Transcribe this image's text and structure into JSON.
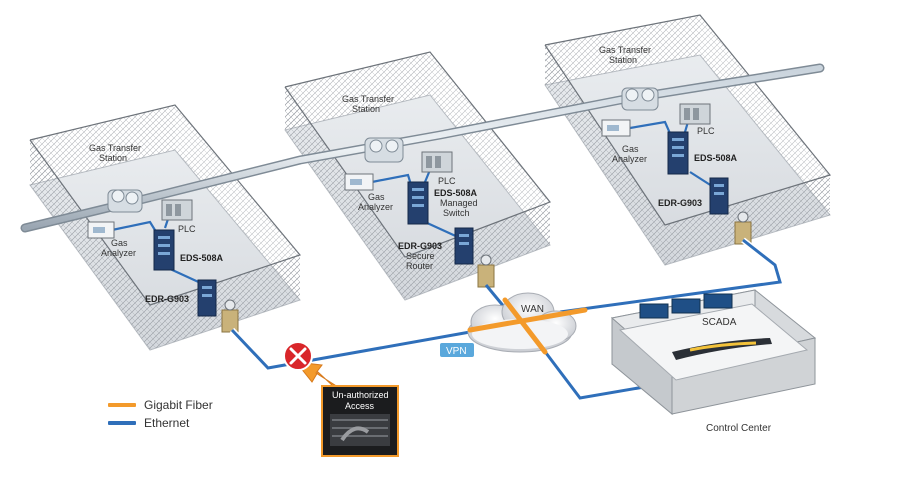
{
  "stations": [
    {
      "title_line1": "Gas Transfer",
      "title_line2": "Station",
      "analyzer_line1": "Gas",
      "analyzer_line2": "Analyzer",
      "plc": "PLC",
      "switch": "EDS-508A",
      "switch_desc1": "",
      "switch_desc2": "",
      "router": "EDR-G903",
      "router_desc1": "",
      "router_desc2": ""
    },
    {
      "title_line1": "Gas Transfer",
      "title_line2": "Station",
      "analyzer_line1": "Gas",
      "analyzer_line2": "Analyzer",
      "plc": "PLC",
      "switch": "EDS-508A",
      "switch_desc1": "Managed",
      "switch_desc2": "Switch",
      "router": "EDR-G903",
      "router_desc1": "Secure",
      "router_desc2": "Router"
    },
    {
      "title_line1": "Gas Transfer",
      "title_line2": "Station",
      "analyzer_line1": "Gas",
      "analyzer_line2": "Analyzer",
      "plc": "PLC",
      "switch": "EDS-508A",
      "switch_desc1": "",
      "switch_desc2": "",
      "router": "EDR-G903",
      "router_desc1": "",
      "router_desc2": ""
    }
  ],
  "wan_label": "WAN",
  "vpn_label": "VPN",
  "scada_label": "SCADA",
  "control_center_label": "Control Center",
  "unauthorized_line1": "Un-authorized",
  "unauthorized_line2": "Access",
  "legend": [
    {
      "label": "Gigabit Fiber",
      "color": "#f39a2b"
    },
    {
      "label": "Ethernet",
      "color": "#2f6fba"
    }
  ],
  "colors": {
    "fiber": "#f39a2b",
    "ethernet": "#2f6fba",
    "blocked": "#d9262a",
    "vpn_tag": "#5aa8dc"
  }
}
